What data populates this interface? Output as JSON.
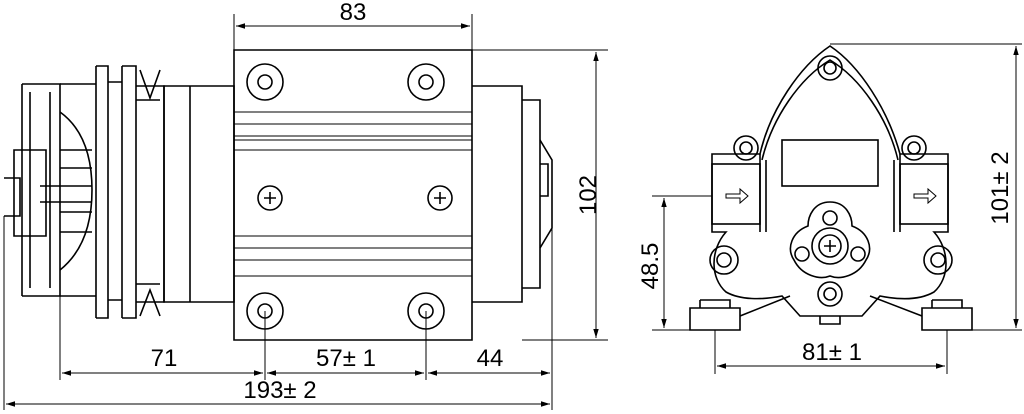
{
  "dimensions": {
    "top_width": "83",
    "height_side": "102",
    "motor_length": "71",
    "mount_spacing": "57± 1",
    "front_length": "44",
    "overall_length": "193± 2",
    "outlet_height": "48.5",
    "end_height": "101± 2",
    "foot_spacing": "81± 1"
  },
  "colors": {
    "line": "#000000",
    "background": "#ffffff"
  }
}
